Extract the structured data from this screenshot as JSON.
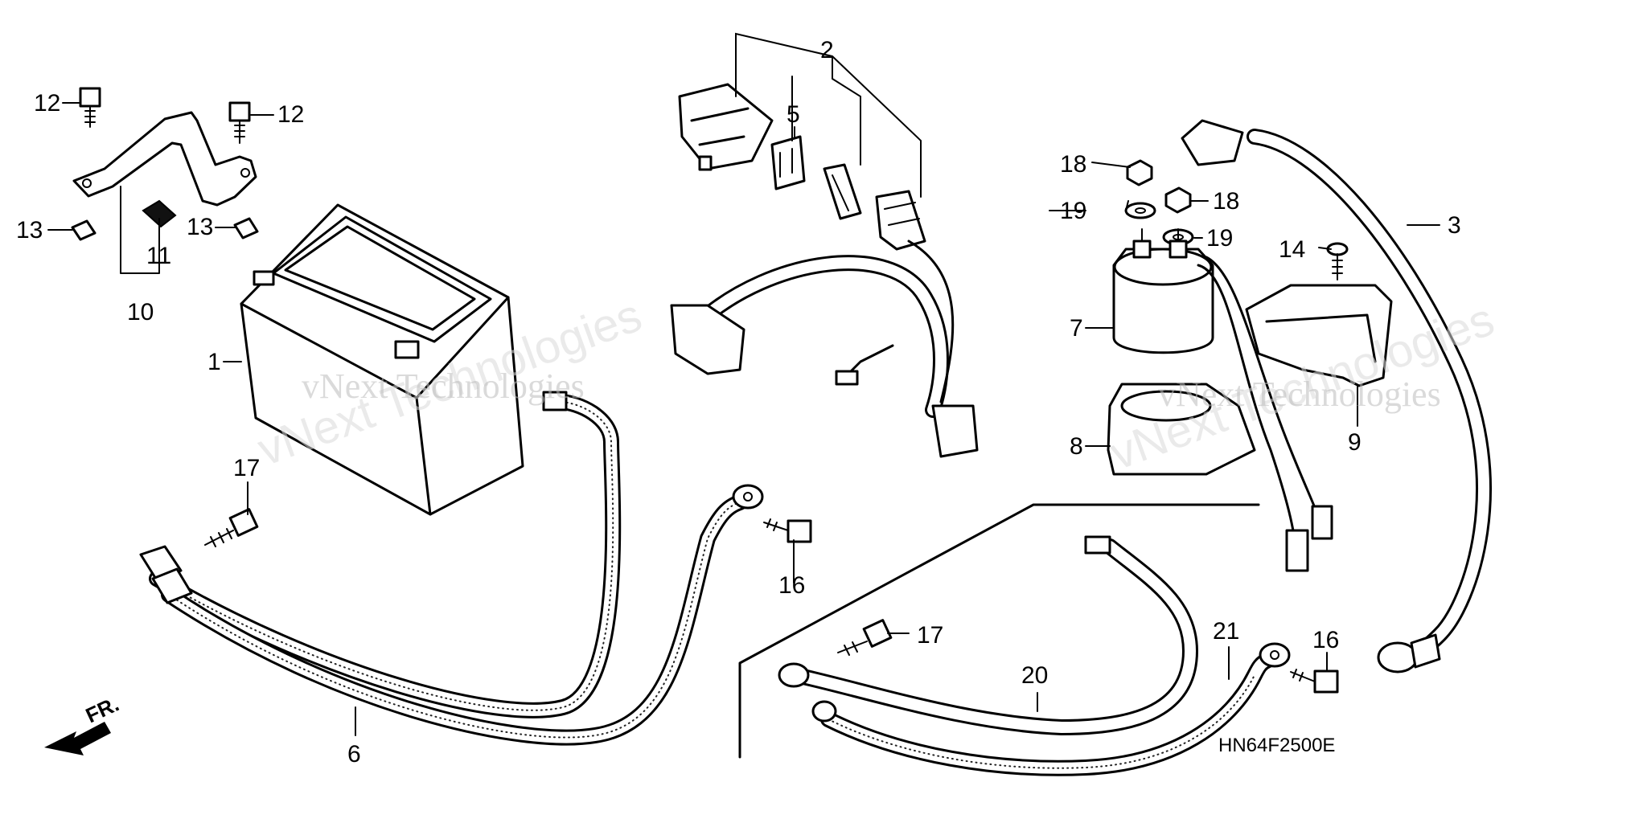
{
  "diagram_code": "HN64F2500E",
  "front_marker": "FR.",
  "watermark": "vNext Technologies",
  "parts": {
    "p1": "1",
    "p2": "2",
    "p3": "3",
    "p5": "5",
    "p6": "6",
    "p7": "7",
    "p8": "8",
    "p9": "9",
    "p10": "10",
    "p11": "11",
    "p12a": "12",
    "p12b": "12",
    "p13a": "13",
    "p13b": "13",
    "p14": "14",
    "p16a": "16",
    "p16b": "16",
    "p17a": "17",
    "p17b": "17",
    "p18a": "18",
    "p18b": "18",
    "p19a": "19",
    "p19b": "19",
    "p20": "20",
    "p21": "21"
  }
}
